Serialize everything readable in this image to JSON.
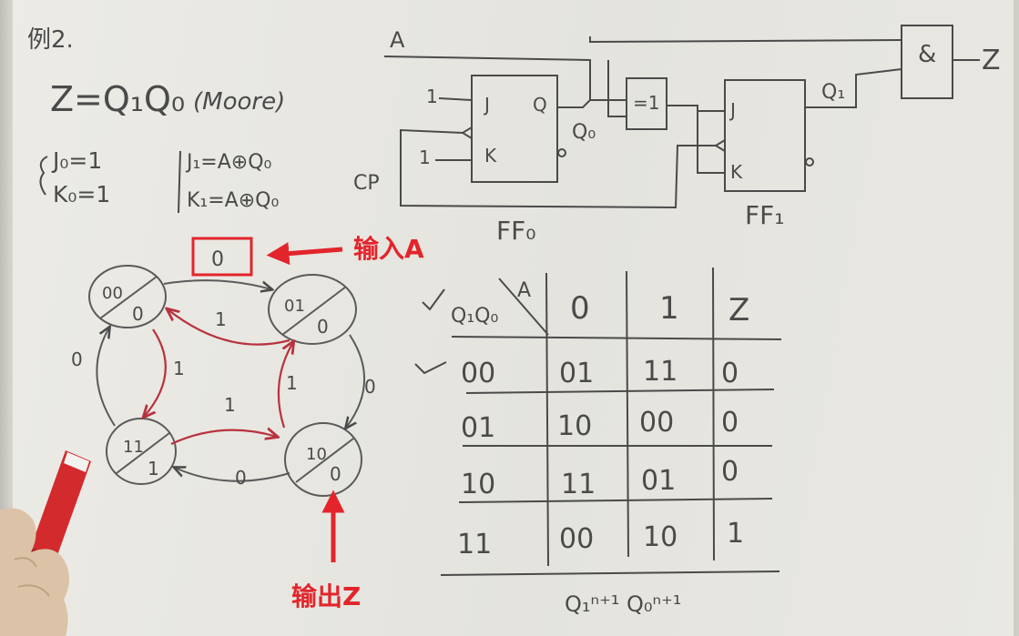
{
  "heading": {
    "example_no": "例2.",
    "output_eq": "Z=Q₁Q₀",
    "machine_type": "(Moore)"
  },
  "equations": {
    "j0": "J₀=1",
    "k0": "K₀=1",
    "j1": "J₁=A⊕Q₀",
    "k1": "K₁=A⊕Q₀"
  },
  "circuit": {
    "input_a": "A",
    "clock": "CP",
    "output_z": "Z",
    "and_gate": "&",
    "xor_gate": "=1",
    "ff0": {
      "name": "FF₀",
      "j_label": "J",
      "k_label": "K",
      "q_label": "Q",
      "j_in": "1",
      "k_in": "1",
      "q_out": "Q₀"
    },
    "ff1": {
      "name": "FF₁",
      "j_label": "J",
      "k_label": "K",
      "q_out": "Q₁"
    }
  },
  "state_diagram": {
    "states": [
      {
        "id": "s00",
        "code": "00",
        "out": "0"
      },
      {
        "id": "s01",
        "code": "01",
        "out": "0"
      },
      {
        "id": "s11",
        "code": "11",
        "out": "1"
      },
      {
        "id": "s10",
        "code": "10",
        "out": "0"
      }
    ],
    "edges": [
      {
        "from": "s00",
        "to": "s01",
        "label": "0"
      },
      {
        "from": "s01",
        "to": "s00",
        "label": "1"
      },
      {
        "from": "s00",
        "to": "s11",
        "label": "1"
      },
      {
        "from": "s11",
        "to": "s00",
        "label": "0"
      },
      {
        "from": "s01",
        "to": "s10",
        "label": "0"
      },
      {
        "from": "s10",
        "to": "s01",
        "label": "1"
      },
      {
        "from": "s11",
        "to": "s10",
        "label": "1"
      },
      {
        "from": "s10",
        "to": "s11",
        "label": "0"
      }
    ]
  },
  "annotations": {
    "input_label": "输入A",
    "input_box_value": "0",
    "output_label": "输出Z"
  },
  "table": {
    "corner_row": "Q₁Q₀",
    "corner_col": "A",
    "headers": [
      "0",
      "1",
      "Z"
    ],
    "rows": [
      {
        "state": "00",
        "a0": "01",
        "a1": "11",
        "z": "0"
      },
      {
        "state": "01",
        "a0": "10",
        "a1": "00",
        "z": "0"
      },
      {
        "state": "10",
        "a0": "11",
        "a1": "01",
        "z": "0"
      },
      {
        "state": "11",
        "a0": "00",
        "a1": "10",
        "z": "1"
      }
    ],
    "footer": "Q₁ⁿ⁺¹ Q₀ⁿ⁺¹"
  },
  "colors": {
    "ink": "#4a4a4a",
    "red": "#e3252b",
    "red_ink": "#b8323e"
  }
}
